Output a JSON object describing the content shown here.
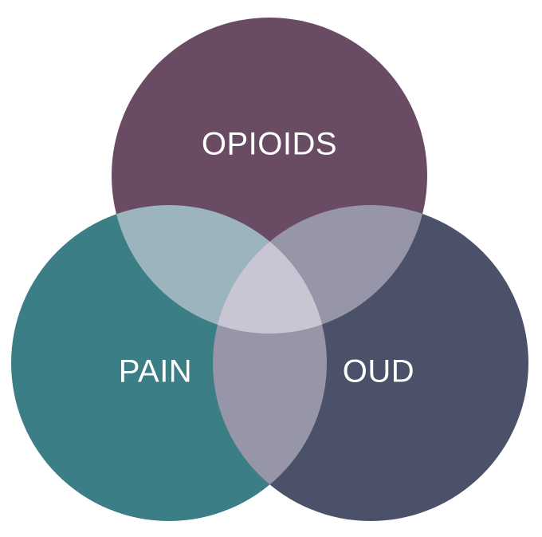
{
  "diagram": {
    "type": "venn",
    "sets": [
      {
        "id": "opioids",
        "label": "OPIOIDS",
        "color": "#6a4b64"
      },
      {
        "id": "pain",
        "label": "PAIN",
        "color": "#3c7e86"
      },
      {
        "id": "oud",
        "label": "OUD",
        "color": "#4a5168"
      }
    ],
    "overlap_colors": {
      "opioids_pain": "#9cb4bd",
      "opioids_oud": "#9796a8",
      "pain_oud": "#9796a8",
      "all_three": "#c8c6d3"
    }
  }
}
